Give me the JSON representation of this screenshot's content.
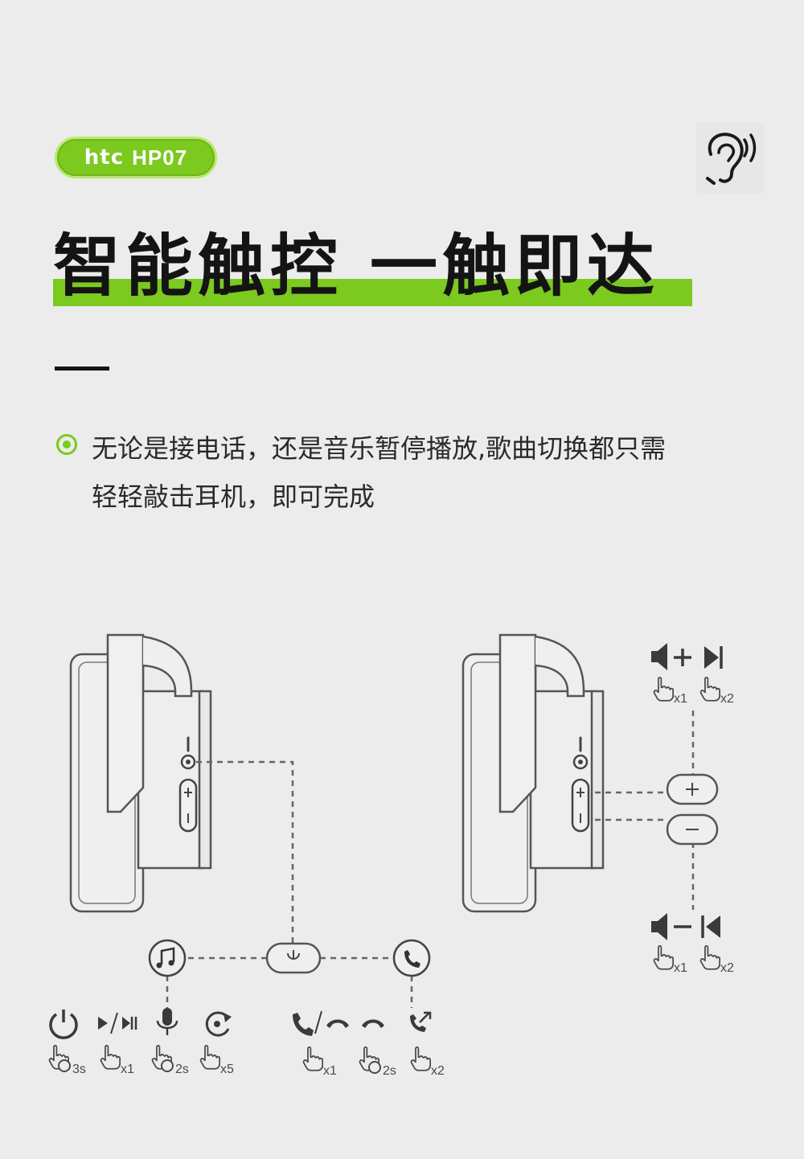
{
  "brand": {
    "logo": "htc",
    "model": "HP07"
  },
  "headline": {
    "part1": "智能触控",
    "part2": "一触即达"
  },
  "description": {
    "line1": "无论是接电话，还是音乐暂停播放,歌曲切换都只需",
    "line2": "轻轻敲击耳机，即可完成"
  },
  "gestures": {
    "power": "3s",
    "play": "x1",
    "assistant": "2s",
    "pair": "x5",
    "answer": "x1",
    "reject": "2s",
    "redial": "x2",
    "vol_up": "x1",
    "next": "x2",
    "vol_down": "x1",
    "prev": "x2"
  },
  "colors": {
    "accent": "#7cc920",
    "line": "#666666",
    "text": "#1e1e1e"
  }
}
